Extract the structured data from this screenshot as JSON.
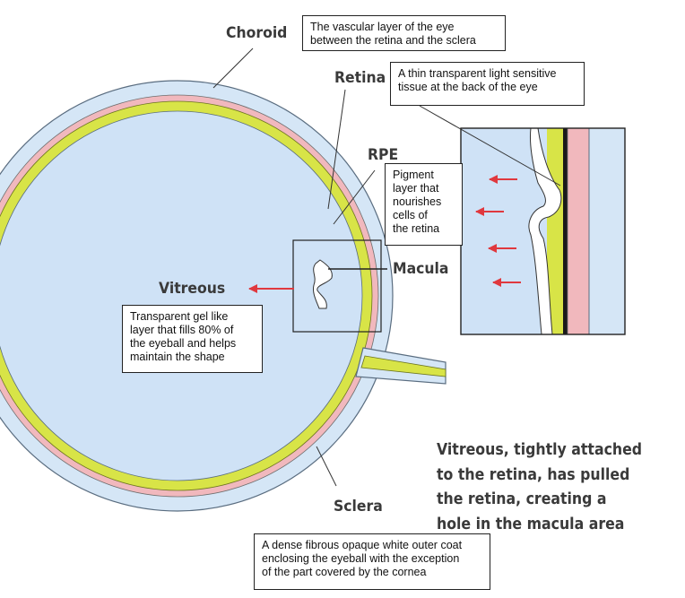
{
  "labels": {
    "choroid": "Choroid",
    "retina": "Retina",
    "rpe": "RPE",
    "macula": "Macula",
    "vitreous": "Vitreous",
    "sclera": "Sclera"
  },
  "callouts": {
    "choroid": [
      "The vascular layer of the eye",
      "between the retina and the sclera"
    ],
    "retina": [
      "A thin transparent light sensitive",
      "tissue at the back of the eye"
    ],
    "rpe": [
      "Pigment",
      "layer that",
      "nourishes",
      "cells of",
      "the retina"
    ],
    "vitreous": [
      "Transparent gel like",
      "layer that fills 80% of",
      "the eyeball and helps",
      "maintain the shape"
    ],
    "sclera": [
      "A dense fibrous opaque white outer coat",
      "enclosing the eyeball with the exception",
      "of the part covered by the cornea"
    ]
  },
  "caption_lines": [
    "Vitreous, tightly attached",
    "to the retina, has pulled",
    "the retina, creating a",
    "hole in the macula area"
  ],
  "colors": {
    "vitreous": "#cfe2f6",
    "sclera": "#d5e6f6",
    "choroid": "#f1b8bd",
    "retina": "#d8e447",
    "outline": "#5a6d80",
    "arrow": "#e0383e"
  }
}
